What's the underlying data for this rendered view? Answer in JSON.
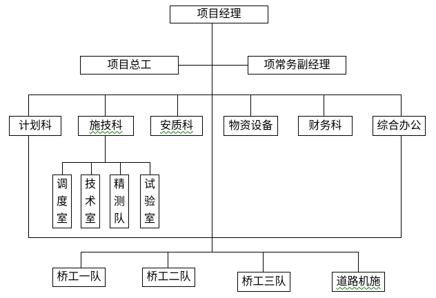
{
  "diagram": {
    "type": "org-chart",
    "background_color": "#ffffff",
    "line_color": "#000000",
    "spellcheck_squiggle_color": "#008000",
    "nodes": {
      "project_manager": {
        "label": "项目经理"
      },
      "chief_engineer": {
        "label": "项目总工"
      },
      "deputy_manager": {
        "label": "项常务副经理"
      },
      "planning_dept": {
        "label": "计划科"
      },
      "construction_tech": {
        "label": "施技科",
        "squiggle": true
      },
      "safety_quality": {
        "label": "安质科",
        "squiggle": true
      },
      "materials_equipment": {
        "label": "物资设备"
      },
      "finance_dept": {
        "label": "财务科"
      },
      "general_office": {
        "label": "综合办公"
      },
      "dispatch_room": {
        "label": "调度室",
        "orientation": "vertical"
      },
      "technical_room": {
        "label": "技术室",
        "orientation": "vertical"
      },
      "survey_team": {
        "label": "精测队",
        "orientation": "vertical"
      },
      "test_room": {
        "label": "试验室",
        "orientation": "vertical"
      },
      "bridge_team_1": {
        "label": "桥工一队"
      },
      "bridge_team_2": {
        "label": "桥工二队"
      },
      "bridge_team_3": {
        "label": "桥工三队"
      },
      "road_machinery": {
        "label": "道路机施",
        "squiggle": true
      }
    },
    "edges": [
      [
        "project_manager",
        "chief_engineer"
      ],
      [
        "project_manager",
        "deputy_manager"
      ],
      [
        "project_manager",
        "planning_dept"
      ],
      [
        "project_manager",
        "construction_tech"
      ],
      [
        "project_manager",
        "safety_quality"
      ],
      [
        "project_manager",
        "materials_equipment"
      ],
      [
        "project_manager",
        "finance_dept"
      ],
      [
        "project_manager",
        "general_office"
      ],
      [
        "construction_tech",
        "dispatch_room"
      ],
      [
        "construction_tech",
        "technical_room"
      ],
      [
        "construction_tech",
        "survey_team"
      ],
      [
        "construction_tech",
        "test_room"
      ],
      [
        "project_manager",
        "bridge_team_1"
      ],
      [
        "project_manager",
        "bridge_team_2"
      ],
      [
        "project_manager",
        "bridge_team_3"
      ],
      [
        "project_manager",
        "road_machinery"
      ]
    ]
  }
}
